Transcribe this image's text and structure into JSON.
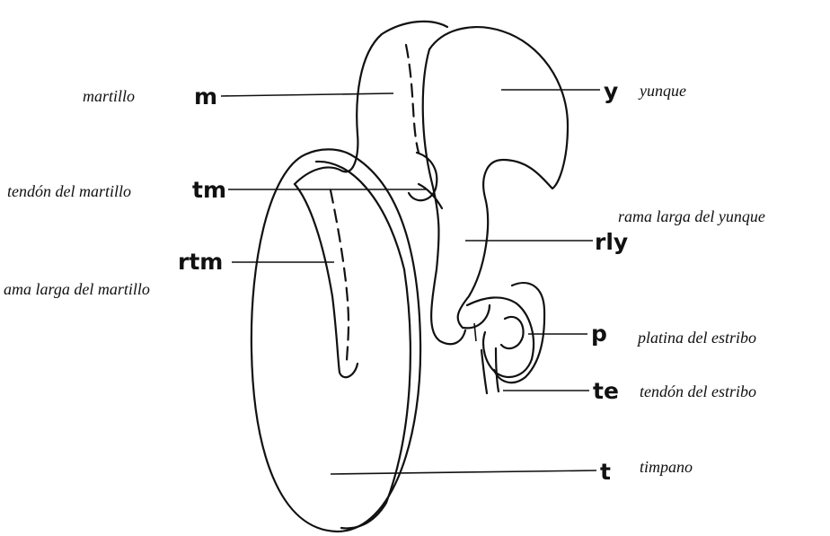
{
  "labels": {
    "m": {
      "abbr": "m",
      "term": "martillo"
    },
    "y": {
      "abbr": "y",
      "term": "yunque"
    },
    "tm": {
      "abbr": "tm",
      "term": "tendón del martillo"
    },
    "rly": {
      "abbr": "rly",
      "term": "rama larga del yunque"
    },
    "rtm": {
      "abbr": "rtm",
      "term": "ama larga del martillo"
    },
    "p": {
      "abbr": "p",
      "term": "platina del estribo"
    },
    "te": {
      "abbr": "te",
      "term": "tendón del estribo"
    },
    "t": {
      "abbr": "t",
      "term": "timpano"
    }
  }
}
